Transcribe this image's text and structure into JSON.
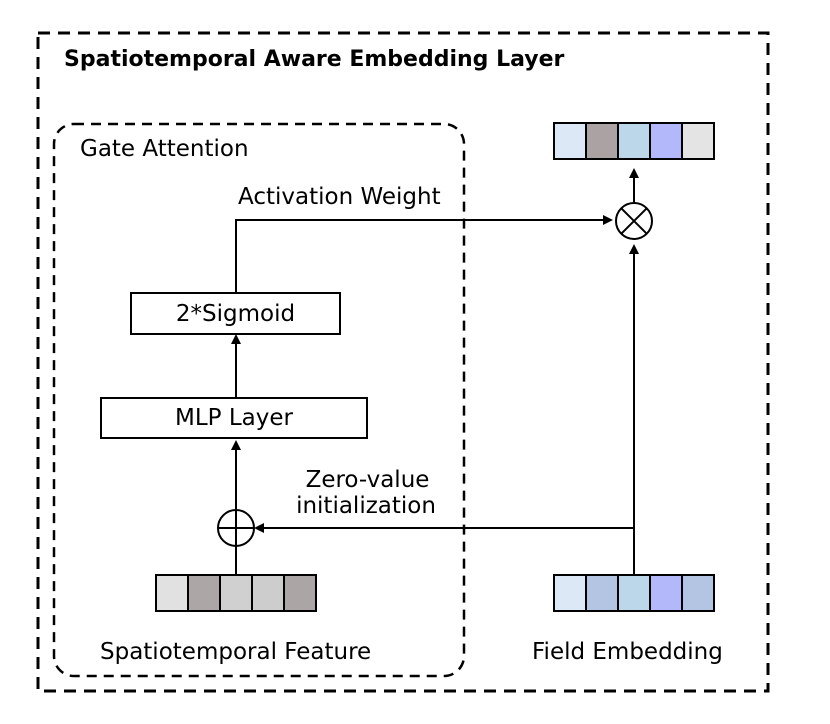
{
  "title": "Spatiotemporal Aware Embedding Layer",
  "gate": {
    "title": "Gate Attention",
    "sigmoid_label": "2*Sigmoid",
    "mlp_label": "MLP Layer",
    "spatio_label": "Spatiotemporal Feature"
  },
  "arrows": {
    "activation_label": "Activation Weight",
    "zero_init_line1": "Zero-value",
    "zero_init_line2": "initialization"
  },
  "field_label": "Field Embedding",
  "colors": {
    "output_vector": [
      "#dce8f5",
      "#aba3a3",
      "#bcd6ea",
      "#b3b8fb",
      "#e4e4e4"
    ],
    "spatio_vector": [
      "#e1e1e1",
      "#aca6a6",
      "#d0d0d0",
      "#cdcdcd",
      "#aba5a5"
    ],
    "field_vector": [
      "#dce8f5",
      "#b4c5e4",
      "#bcd6ea",
      "#b3b8fb",
      "#b4c5e4"
    ]
  },
  "icons": {
    "multiply": "circle-times-icon",
    "add": "circle-plus-icon"
  }
}
